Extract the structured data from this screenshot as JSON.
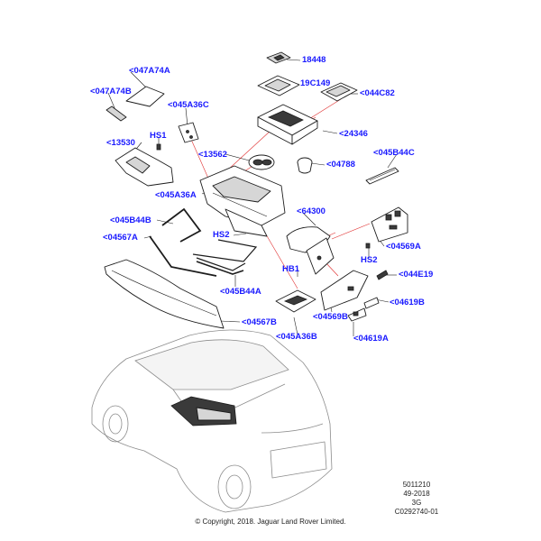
{
  "callouts": {
    "c18448": "18448",
    "c19c149": "19C149",
    "c044c82": "<044C82",
    "c24346": "<24346",
    "c047a74a": "<047A74A",
    "c047a74b": "<047A74B",
    "c045a36c": "<045A36C",
    "chs1": "HS1",
    "c13530": "<13530",
    "c13562": "<13562",
    "c04788": "<04788",
    "c045b44c": "<045B44C",
    "c045a36a": "<045A36A",
    "c64300": "<64300",
    "c045b44b": "<045B44B",
    "c04567a": "<04567A",
    "chs2a": "HS2",
    "c04569a": "<04569A",
    "chs2b": "HS2",
    "chb1": "HB1",
    "c044e19": "<044E19",
    "c045b44a": "<045B44A",
    "c04619b": "<04619B",
    "c04569b": "<04569B",
    "c04567b": "<04567B",
    "c045a36b": "<045A36B",
    "c04619a": "<04619A"
  },
  "meta": {
    "line1": "5011210",
    "line2": "49-2018",
    "line3": "3G",
    "line4": "C0292740-01"
  },
  "copyright": "© Copyright, 2018. Jaguar Land Rover Limited."
}
